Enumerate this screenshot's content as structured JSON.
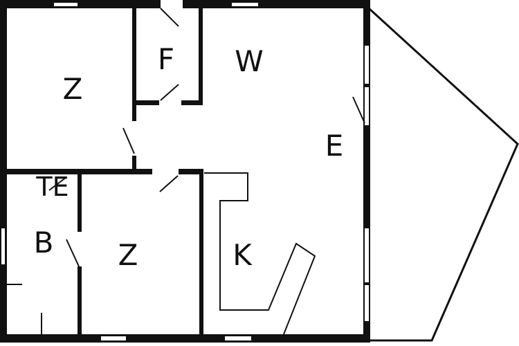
{
  "rooms": {
    "bedroom_1": "Z",
    "storage": "F",
    "living": "W",
    "terrace": "E",
    "toilet": "TE",
    "bathroom": "B",
    "bedroom_2": "Z",
    "kitchen": "K"
  },
  "colors": {
    "wall": "#111111",
    "background": "#ffffff"
  }
}
